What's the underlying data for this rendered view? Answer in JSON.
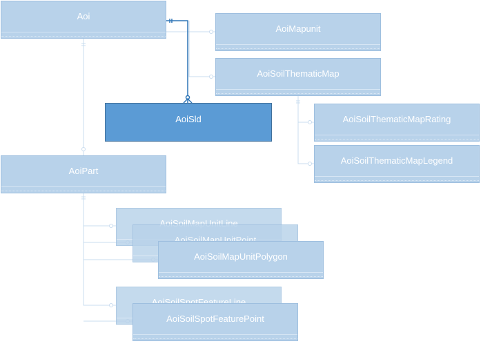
{
  "diagram": {
    "entities": {
      "aoi": "Aoi",
      "aoi_mapunit": "AoiMapunit",
      "aoi_soil_thematic_map": "AoiSoilThematicMap",
      "aoi_sld": "AoiSld",
      "aoi_soil_thematic_map_rating": "AoiSoilThematicMapRating",
      "aoi_soil_thematic_map_legend": "AoiSoilThematicMapLegend",
      "aoi_part": "AoiPart",
      "aoi_soil_map_unit_line": "AoiSoilMapUnitLine",
      "aoi_soil_map_unit_point": "AoiSoilMapUnitPoint",
      "aoi_soil_map_unit_polygon": "AoiSoilMapUnitPolygon",
      "aoi_soil_spot_feature_line": "AoiSoilSpotFeatureLine",
      "aoi_soil_spot_feature_point": "AoiSoilSpotFeaturePoint"
    },
    "colors": {
      "entity_fill": "#b8d2ea",
      "entity_border": "#9ebfdf",
      "selected_fill": "#5b9bd5",
      "selected_border": "#41719c",
      "connector": "#bcd4ea",
      "selected_connector": "#2e75b6"
    },
    "selected_entity": "aoi_sld"
  }
}
